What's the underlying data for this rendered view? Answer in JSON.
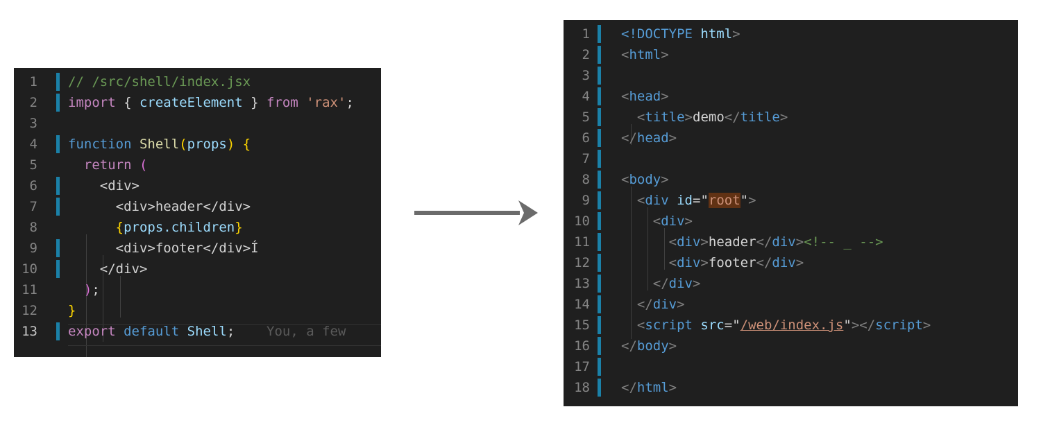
{
  "left_editor": {
    "lines": [
      {
        "n": "1",
        "active": false,
        "mark": true
      },
      {
        "n": "2",
        "active": false,
        "mark": true
      },
      {
        "n": "3",
        "active": false,
        "mark": false
      },
      {
        "n": "4",
        "active": false,
        "mark": true
      },
      {
        "n": "5",
        "active": false,
        "mark": false
      },
      {
        "n": "6",
        "active": false,
        "mark": true
      },
      {
        "n": "7",
        "active": false,
        "mark": true
      },
      {
        "n": "8",
        "active": false,
        "mark": false
      },
      {
        "n": "9",
        "active": false,
        "mark": true
      },
      {
        "n": "10",
        "active": false,
        "mark": true
      },
      {
        "n": "11",
        "active": false,
        "mark": false
      },
      {
        "n": "12",
        "active": false,
        "mark": false
      },
      {
        "n": "13",
        "active": true,
        "mark": true
      }
    ],
    "tokens": {
      "l1_comment": "// /src/shell/index.jsx",
      "l2_import": "import",
      "l2_open": " { ",
      "l2_name": "createElement",
      "l2_close": " } ",
      "l2_from": "from",
      "l2_space": " ",
      "l2_module": "'rax'",
      "l2_semi": ";",
      "l4_function": "function",
      "l4_space": " ",
      "l4_name": "Shell",
      "l4_paren_open": "(",
      "l4_param": "props",
      "l4_paren_close": ")",
      "l4_space2": " ",
      "l4_brace": "{",
      "l5_return": "return",
      "l5_space": " ",
      "l5_paren": "(",
      "l6_div_open": "<div>",
      "l7_div_open": "<div>",
      "l7_text": "header",
      "l7_div_close": "</div>",
      "l8_brace_open": "{",
      "l8_expr": "props.children",
      "l8_brace_close": "}",
      "l9_div_open": "<div>",
      "l9_text": "footer",
      "l9_div_close": "</div>",
      "l9_cursor": "Í",
      "l10_div_close": "</div>",
      "l11_paren": ")",
      "l11_semi": ";",
      "l12_brace": "}",
      "l13_export": "export",
      "l13_space": " ",
      "l13_default": "default",
      "l13_space2": " ",
      "l13_name": "Shell",
      "l13_semi": ";",
      "l13_blame": "You, a few"
    }
  },
  "right_editor": {
    "lines": [
      {
        "n": "1",
        "mark": true
      },
      {
        "n": "2",
        "mark": true
      },
      {
        "n": "3",
        "mark": true
      },
      {
        "n": "4",
        "mark": true
      },
      {
        "n": "5",
        "mark": true
      },
      {
        "n": "6",
        "mark": true
      },
      {
        "n": "7",
        "mark": true
      },
      {
        "n": "8",
        "mark": true
      },
      {
        "n": "9",
        "mark": true
      },
      {
        "n": "10",
        "mark": true
      },
      {
        "n": "11",
        "mark": true
      },
      {
        "n": "12",
        "mark": true
      },
      {
        "n": "13",
        "mark": true
      },
      {
        "n": "14",
        "mark": true
      },
      {
        "n": "15",
        "mark": true
      },
      {
        "n": "16",
        "mark": true
      },
      {
        "n": "17",
        "mark": true
      },
      {
        "n": "18",
        "mark": true
      }
    ],
    "tokens": {
      "l1_doctype": "<!DOCTYPE",
      "l1_html": " html",
      "l1_end": ">",
      "l2_open": "<",
      "l2_name": "html",
      "l2_close": ">",
      "l4_open": "<",
      "l4_name": "head",
      "l4_close": ">",
      "l5_open": "<",
      "l5_name": "title",
      "l5_close": ">",
      "l5_text": "demo",
      "l5_end_open": "</",
      "l5_end_name": "title",
      "l5_end_close": ">",
      "l6_open": "</",
      "l6_name": "head",
      "l6_close": ">",
      "l8_open": "<",
      "l8_name": "body",
      "l8_close": ">",
      "l9_open": "<",
      "l9_name": "div",
      "l9_attr": " id",
      "l9_eq": "=\"",
      "l9_value": "root",
      "l9_q": "\"",
      "l9_close": ">",
      "l10_open": "<",
      "l10_name": "div",
      "l10_close": ">",
      "l11_open": "<",
      "l11_name": "div",
      "l11_close": ">",
      "l11_text": "header",
      "l11_end_open": "</",
      "l11_end_name": "div",
      "l11_end_close": ">",
      "l11_comment": "<!-- _ -->",
      "l12_open": "<",
      "l12_name": "div",
      "l12_close": ">",
      "l12_text": "footer",
      "l12_end_open": "</",
      "l12_end_name": "div",
      "l12_end_close": ">",
      "l13_open": "</",
      "l13_name": "div",
      "l13_close": ">",
      "l14_open": "</",
      "l14_name": "div",
      "l14_close": ">",
      "l15_open": "<",
      "l15_name": "script",
      "l15_attr": " src",
      "l15_eq": "=\"",
      "l15_value": "/web/index.js",
      "l15_q": "\"",
      "l15_close": ">",
      "l15_end_open": "</",
      "l15_end_name": "script",
      "l15_end_close": ">",
      "l16_open": "</",
      "l16_name": "body",
      "l16_close": ">",
      "l18_open": "</",
      "l18_name": "html",
      "l18_close": ">"
    }
  },
  "colors": {
    "editor_bg": "#1f1f1f",
    "gutter_mark": "#1b81a8",
    "arrow": "#6b6b6b"
  }
}
